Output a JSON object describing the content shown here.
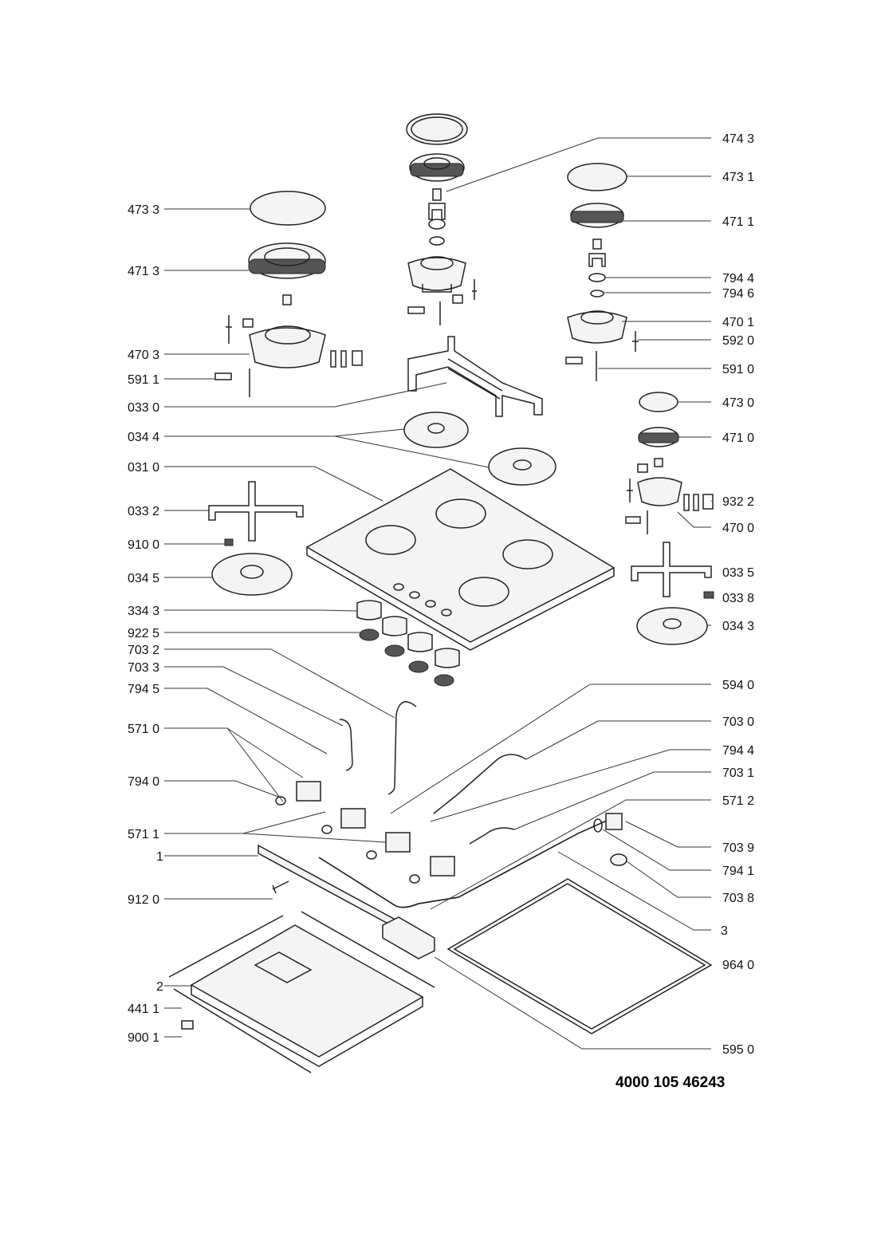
{
  "document_code": "4000 105 46243",
  "labels": {
    "l4743": "474 3",
    "l4731": "473 1",
    "l4733": "473 3",
    "l4711": "471 1",
    "l4713": "471 3",
    "l7944a": "794 4",
    "l7946": "794 6",
    "l4701": "470 1",
    "l5920": "592 0",
    "l4703": "470 3",
    "l5910": "591 0",
    "l5911": "591 1",
    "l0330": "033 0",
    "l4730": "473 0",
    "l0344": "034 4",
    "l4710": "471 0",
    "l0310": "031 0",
    "l9322": "932 2",
    "l0332": "033 2",
    "l4700": "470 0",
    "l9100": "910 0",
    "l0335": "033 5",
    "l0345": "034 5",
    "l0338": "033 8",
    "l3343": "334 3",
    "l0343": "034 3",
    "l9225": "922 5",
    "l7032": "703 2",
    "l7033": "703 3",
    "l5940": "594 0",
    "l7945": "794 5",
    "l7030": "703 0",
    "l5710": "571 0",
    "l7944b": "794 4",
    "l7031": "703 1",
    "l7940": "794 0",
    "l5712": "571 2",
    "l5711": "571 1",
    "l7039": "703 9",
    "l1": "1",
    "l7941": "794 1",
    "l9120": "912 0",
    "l7038": "703 8",
    "l3": "3",
    "l9640": "964 0",
    "l2": "2",
    "l4411": "441 1",
    "l9001": "900 1",
    "l5950": "595 0"
  }
}
